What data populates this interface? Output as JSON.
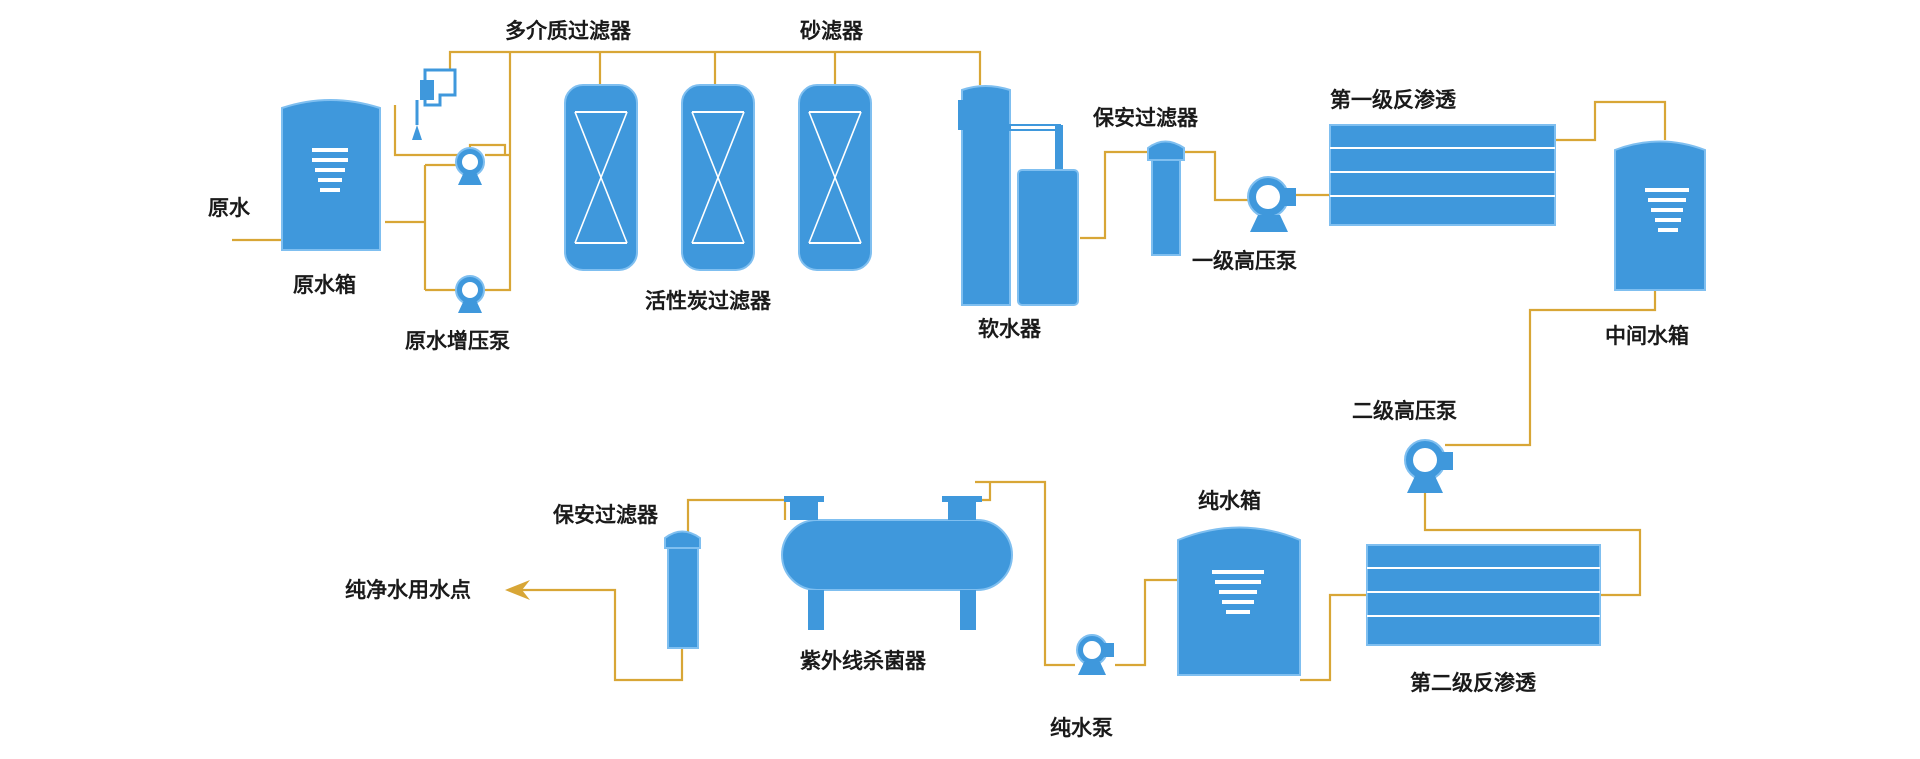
{
  "labels": {
    "raw_water": "原水",
    "raw_tank": "原水箱",
    "raw_booster_pump": "原水增压泵",
    "multimedia_filter": "多介质过滤器",
    "carbon_filter": "活性炭过滤器",
    "sand_filter": "砂滤器",
    "softener": "软水器",
    "security_filter_1": "保安过滤器",
    "pump_1": "一级高压泵",
    "ro_1": "第一级反渗透",
    "middle_tank": "中间水箱",
    "pump_2": "二级高压泵",
    "ro_2": "第二级反渗透",
    "pure_tank": "纯水箱",
    "pure_pump": "纯水泵",
    "uv_sterilizer": "紫外线杀菌器",
    "security_filter_2": "保安过滤器",
    "use_point": "纯净水用水点"
  },
  "colors": {
    "equipment": "#3f98dc",
    "equipment_highlight": "#8cc6f2",
    "pipe": "#d8a636",
    "text": "#1a1a1a"
  }
}
